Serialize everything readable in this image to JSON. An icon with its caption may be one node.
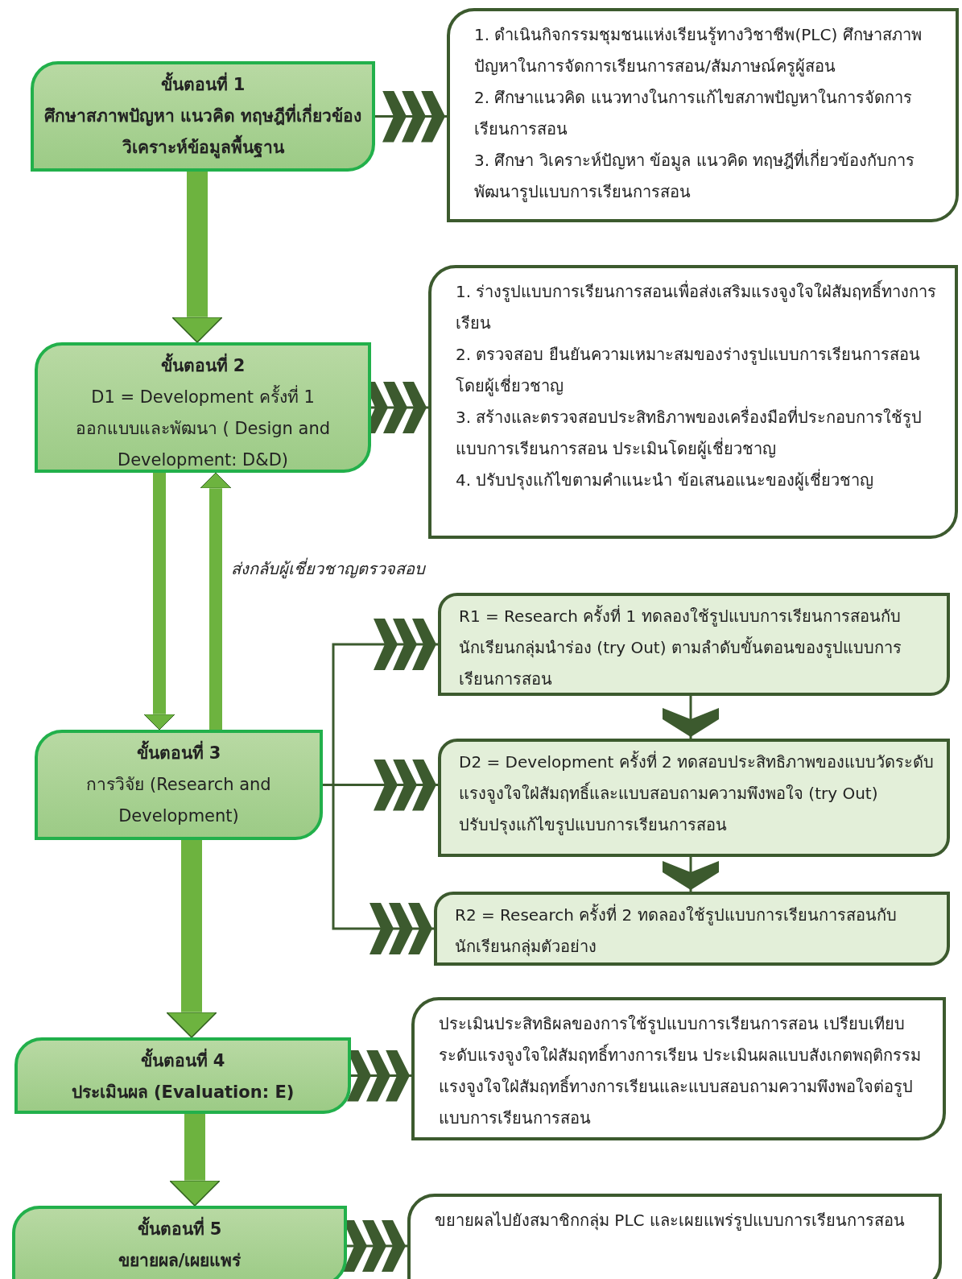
{
  "diagram": {
    "nodes": [
      {
        "text": [
          "ขั้นตอนที่ 1",
          "ศึกษาสภาพปัญหา แนวคิด ทฤษฎีที่เกี่ยวข้อง วิเคราะห์ข้อมูลพื้นฐาน"
        ]
      },
      {
        "text": [
          "1. ดำเนินกิจกรรมชุมชนแห่งเรียนรู้ทางวิชาชีพ(PLC) ศึกษาสภาพปัญหาในการจัดการเรียนการสอน/สัมภาษณ์ครูผู้สอน",
          "2. ศึกษาแนวคิด แนวทางในการแก้ไขสภาพปัญหาในการจัดการเรียนการสอน",
          "3. ศึกษา วิเคราะห์ปัญหา ข้อมูล แนวคิด ทฤษฎีที่เกี่ยวข้องกับการพัฒนารูปแบบการเรียนการสอน"
        ]
      },
      {
        "text": [
          "ขั้นตอนที่ 2",
          "D1 = Development ครั้งที่ 1",
          "ออกแบบและพัฒนา ( Design and Development: D&D)"
        ]
      },
      {
        "text": [
          "1. ร่างรูปแบบการเรียนการสอนเพื่อส่งเสริมแรงจูงใจใฝ่สัมฤทธิ์ทางการเรียน",
          "2. ตรวจสอบ ยืนยันความเหมาะสมของร่างรูปแบบการเรียนการสอนโดยผู้เชี่ยวชาญ",
          "3. สร้างและตรวจสอบประสิทธิภาพของเครื่องมือที่ประกอบการใช้รูปแบบการเรียนการสอน ประเมินโดยผู้เชี่ยวชาญ",
          "4. ปรับปรุงแก้ไขตามคำแนะนำ ข้อเสนอแนะของผู้เชี่ยวชาญ"
        ]
      },
      {
        "text": [
          "ขั้นตอนที่ 3",
          "การวิจัย (Research and Development)"
        ]
      },
      {
        "text": [
          "R1 = Research ครั้งที่ 1 ทดลองใช้รูปแบบการเรียนการสอนกับนักเรียนกลุ่มนำร่อง (try Out) ตามลำดับขั้นตอนของรูปแบบการเรียนการสอน"
        ]
      },
      {
        "text": [
          "D2 = Development ครั้งที่ 2 ทดสอบประสิทธิภาพของแบบวัดระดับแรงจูงใจใฝ่สัมฤทธิ์และแบบสอบถามความพึงพอใจ (try Out) ปรับปรุงแก้ไขรูปแบบการเรียนการสอน"
        ]
      },
      {
        "text": [
          "R2 = Research ครั้งที่ 2 ทดลองใช้รูปแบบการเรียนการสอนกับนักเรียนกลุ่มตัวอย่าง"
        ]
      },
      {
        "text": [
          "ขั้นตอนที่ 4",
          "ประเมินผล (Evaluation: E)"
        ]
      },
      {
        "text": [
          "ประเมินประสิทธิผลของการใช้รูปแบบการเรียนการสอน เปรียบเทียบระดับแรงจูงใจใฝ่สัมฤทธิ์ทางการเรียน ประเมินผลแบบสังเกตพฤติกรรมแรงจูงใจใฝ่สัมฤทธิ์ทางการเรียนและแบบสอบถามความพึงพอใจต่อรูปแบบการเรียนการสอน"
        ]
      },
      {
        "text": [
          "ขั้นตอนที่ 5",
          "ขยายผล/เผยแพร่"
        ]
      },
      {
        "text": [
          "ขยายผลไปยังสมาชิกกลุ่ม PLC และเผยแพร่รูปแบบการเรียนการสอน"
        ]
      }
    ],
    "edges": [
      {
        "from": 0,
        "to": 1,
        "arrow": "to"
      },
      {
        "from": 0,
        "to": 2,
        "arrow": "to",
        "style": "thick",
        "color": "#6db33f"
      },
      {
        "from": 2,
        "to": 3,
        "arrow": "to"
      },
      {
        "from": 2,
        "to": 4,
        "arrow": "to",
        "style": "thick",
        "color": "#6db33f"
      },
      {
        "from": 4,
        "to": 2,
        "arrow": "to",
        "style": "thick",
        "color": "#6db33f",
        "label": "ส่งกลับผู้เชี่ยวชาญตรวจสอบ"
      },
      {
        "from": 4,
        "to": 5,
        "arrow": "to"
      },
      {
        "from": 4,
        "to": 6,
        "arrow": "to"
      },
      {
        "from": 4,
        "to": 7,
        "arrow": "to"
      },
      {
        "from": 5,
        "to": 6,
        "arrow": "to"
      },
      {
        "from": 6,
        "to": 7,
        "arrow": "to"
      },
      {
        "from": 4,
        "to": 8,
        "arrow": "to",
        "style": "thick",
        "color": "#6db33f"
      },
      {
        "from": 8,
        "to": 9,
        "arrow": "to"
      },
      {
        "from": 8,
        "to": 10,
        "arrow": "to",
        "style": "thick",
        "color": "#6db33f"
      },
      {
        "from": 10,
        "to": 11,
        "arrow": "to"
      }
    ]
  }
}
